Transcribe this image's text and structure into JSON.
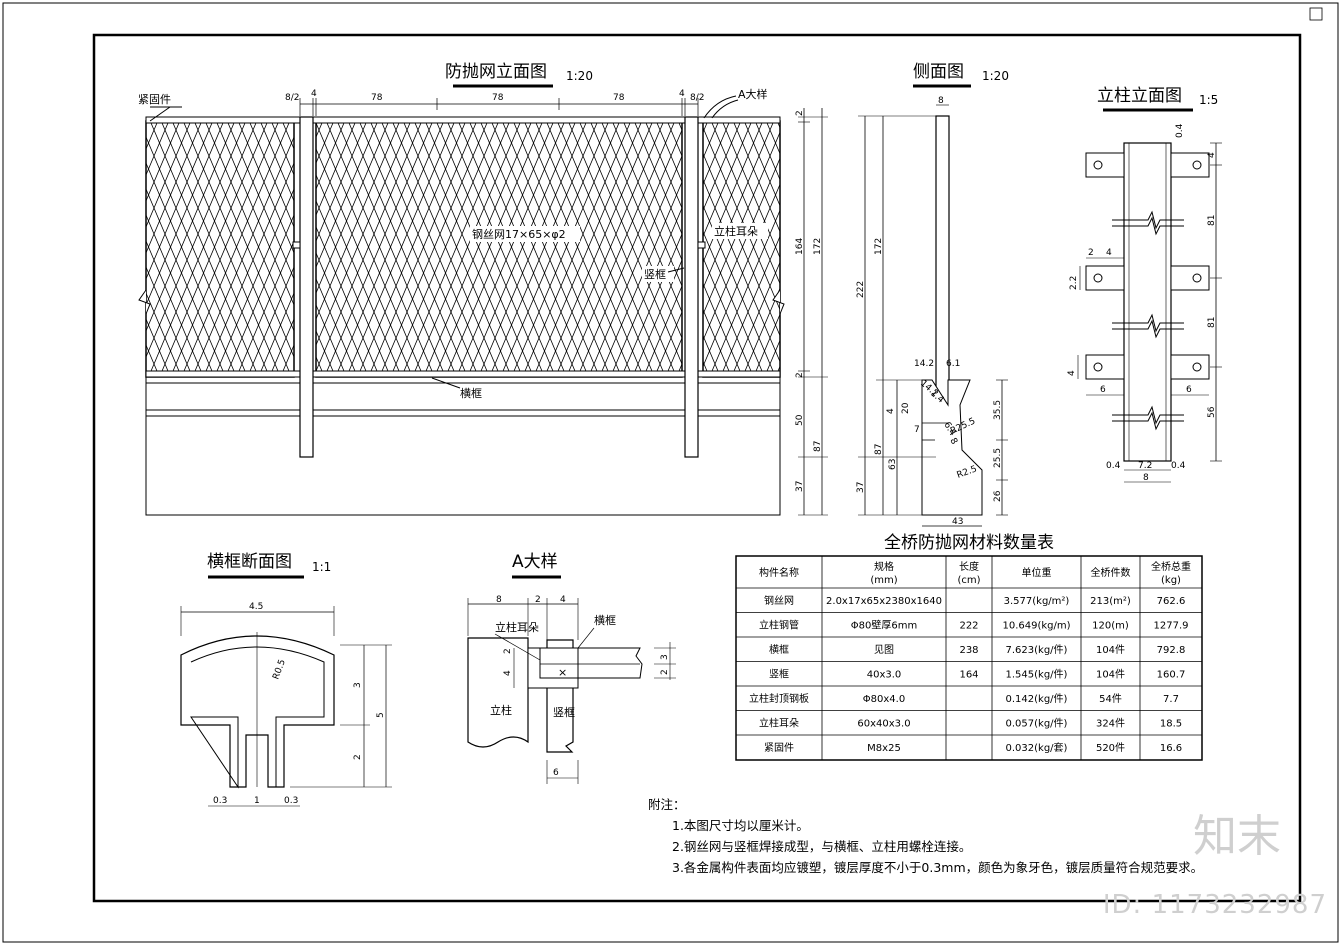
{
  "titles": {
    "elevation": "防抛网立面图",
    "elevation_scale": "1:20",
    "side": "侧面图",
    "side_scale": "1:20",
    "post": "立柱立面图",
    "post_scale": "1:5",
    "section": "横框断面图",
    "section_scale": "1:1",
    "detail_a": "A大样"
  },
  "elevation": {
    "fastener": "紧固件",
    "detail_a_ref": "A大样",
    "mesh": "钢丝网17×65×φ2",
    "post_ear": "立柱耳朵",
    "vertical_frame": "竖框",
    "horizontal_frame": "横框",
    "dims": {
      "left_82": "8/2",
      "left_4": "4",
      "w1": "78",
      "w2": "78",
      "w3": "78",
      "right_4": "4",
      "right_82": "8/2",
      "r_2top": "2",
      "r_164": "164",
      "r_172": "172",
      "r_2b": "2",
      "r_50": "50",
      "r_87": "87",
      "r_37": "37"
    }
  },
  "side": {
    "dims": {
      "top_8": "8",
      "h_172": "172",
      "h_222": "222",
      "w_142": "14.2",
      "w_61": "6.1",
      "d_4": "4",
      "d_20": "20",
      "d_7": "7",
      "h_87": "87",
      "h_63": "63",
      "h_37": "37",
      "r_255": "R25.5",
      "r_25": "R2.5",
      "d_355": "35.5",
      "d_255": "25.5",
      "d_26": "26",
      "w_43": "43",
      "s_142": "14.2",
      "s_14": "1.4",
      "s_64": "6.4",
      "s_8": "8"
    }
  },
  "post": {
    "dims": {
      "t_04": "0.4",
      "t_4": "4",
      "h_81a": "81",
      "h_81b": "81",
      "h_56": "56",
      "l_2": "2",
      "l_4": "4",
      "l_22": "2.2",
      "l_4b": "4",
      "w_6l": "6",
      "w_6r": "6",
      "b_04l": "0.4",
      "b_72": "7.2",
      "b_04r": "0.4",
      "b_8": "8"
    }
  },
  "section": {
    "dims": {
      "w_45": "4.5",
      "r_05": "R0.5",
      "h_3": "3",
      "h_2": "2",
      "h_5": "5",
      "b_03l": "0.3",
      "b_1": "1",
      "b_03r": "0.3"
    }
  },
  "detail_a": {
    "post_ear": "立柱耳朵",
    "horizontal_frame": "横框",
    "post": "立柱",
    "vertical_frame": "竖框",
    "dims": {
      "d_8": "8",
      "d_2": "2",
      "d_4": "4",
      "v_2": "2",
      "v_4": "4",
      "r_3": "3",
      "r_2": "2",
      "b_6": "6"
    }
  },
  "table": {
    "title": "全桥防抛网材料数量表",
    "headers": [
      {
        "main": "构件名称",
        "sub": ""
      },
      {
        "main": "规格",
        "sub": "(mm)"
      },
      {
        "main": "长度",
        "sub": "(cm)"
      },
      {
        "main": "单位重",
        "sub": ""
      },
      {
        "main": "全桥件数",
        "sub": ""
      },
      {
        "main": "全桥总重",
        "sub": "(kg)"
      }
    ],
    "rows": [
      [
        "钢丝网",
        "2.0x17x65x2380x1640",
        "",
        "3.577(kg/m²)",
        "213(m²)",
        "762.6"
      ],
      [
        "立柱钢管",
        "Φ80壁厚6mm",
        "222",
        "10.649(kg/m)",
        "120(m)",
        "1277.9"
      ],
      [
        "横框",
        "见图",
        "238",
        "7.623(kg/件)",
        "104件",
        "792.8"
      ],
      [
        "竖框",
        "40x3.0",
        "164",
        "1.545(kg/件)",
        "104件",
        "160.7"
      ],
      [
        "立柱封顶钢板",
        "Φ80x4.0",
        "",
        "0.142(kg/件)",
        "54件",
        "7.7"
      ],
      [
        "立柱耳朵",
        "60x40x3.0",
        "",
        "0.057(kg/件)",
        "324件",
        "18.5"
      ],
      [
        "紧固件",
        "M8x25",
        "",
        "0.032(kg/套)",
        "520件",
        "16.6"
      ]
    ]
  },
  "notes": {
    "head": "附注：",
    "items": [
      "1.本图尺寸均以厘米计。",
      "2.钢丝网与竖框焊接成型，与横框、立柱用螺栓连接。",
      "3.各金属构件表面均应镀塑，镀层厚度不小于0.3mm，颜色为象牙色，镀层质量符合规范要求。"
    ]
  },
  "watermark": {
    "logo": "知末",
    "id": "ID: 1173232987"
  }
}
